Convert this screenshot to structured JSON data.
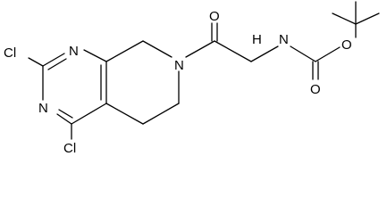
{
  "molecule": {
    "atoms": {
      "cl_top": "Cl",
      "cl_bottom": "Cl",
      "n_pyrimidine_top": "N",
      "n_pyrimidine_bottom": "N",
      "n_ring": "N",
      "o_amide": "O",
      "nh": "N",
      "h": "H",
      "o_carbonyl": "O",
      "o_ester": "O"
    }
  },
  "colors": {
    "bond": "#000000",
    "label": "#000000",
    "background": "#ffffff"
  }
}
